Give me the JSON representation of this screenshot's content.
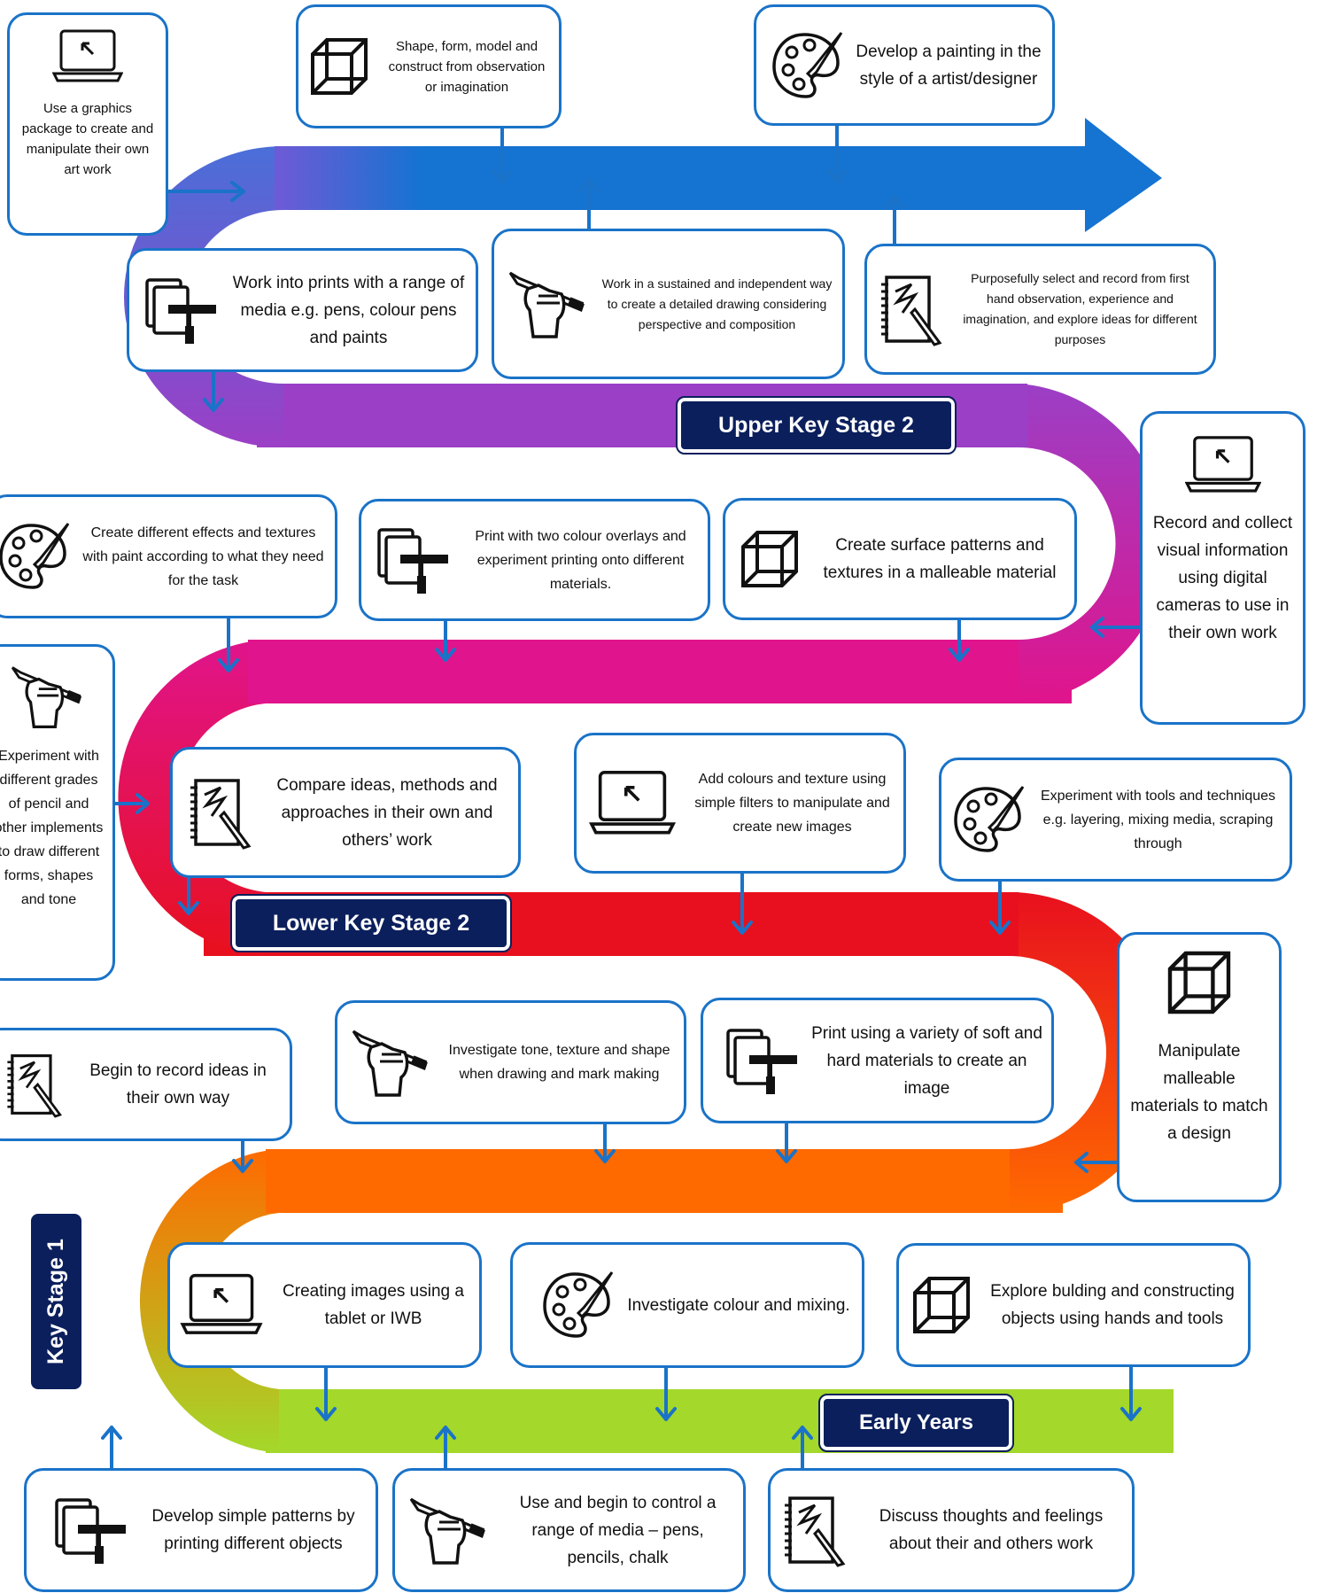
{
  "colors": {
    "border": "#1a73c8",
    "arrow": "#1a73c8",
    "stage_bg": "#0b1f5c",
    "early_years": "#a4d82a",
    "key_stage_1": "#ff6a00",
    "lower_ks2": "#e8101e",
    "lower_ks2_top": "#e0148c",
    "upper_ks2": "#9b3fc6",
    "top_arrow": "#1573d1"
  },
  "stages": {
    "upper_ks2": "Upper Key Stage 2",
    "lower_ks2": "Lower Key Stage 2",
    "key_stage_1": "Key Stage 1",
    "early_years": "Early Years"
  },
  "cards": {
    "graphics_package": {
      "icon": "laptop-icon",
      "text": "Use a graphics package to create and manipulate their own art work"
    },
    "shape_form": {
      "icon": "cube-icon",
      "text": "Shape, form, model and construct from observation or imagination"
    },
    "develop_painting": {
      "icon": "palette-icon",
      "text": "Develop a painting in the style of a artist/designer"
    },
    "work_into_prints": {
      "icon": "print-roller-icon",
      "text": "Work into prints with a range of media e.g. pens, colour pens and paints"
    },
    "sustained_drawing": {
      "icon": "hand-pencil-icon",
      "text": "Work in a sustained and independent way to create a detailed drawing considering perspective and composition"
    },
    "purposefully_select": {
      "icon": "sketchbook-icon",
      "text": "Purposefully select and record from first hand observation, experience and imagination, and explore ideas for different purposes"
    },
    "record_collect": {
      "icon": "laptop-icon",
      "text": "Record and collect visual information using digital cameras to use in their own work"
    },
    "paint_effects": {
      "icon": "palette-icon",
      "text": "Create different effects and textures with paint according to what they need for the task"
    },
    "two_colour_overlays": {
      "icon": "print-roller-icon",
      "text": "Print with two colour overlays and experiment printing onto different materials."
    },
    "surface_patterns": {
      "icon": "cube-icon",
      "text": "Create surface patterns and textures in a malleable material"
    },
    "pencil_grades": {
      "icon": "hand-pencil-icon",
      "text": "Experiment with different grades of pencil and other implements to draw different forms, shapes and tone"
    },
    "compare_ideas": {
      "icon": "sketchbook-icon",
      "text": "Compare ideas, methods and approaches in their own and others’ work"
    },
    "colours_filters": {
      "icon": "laptop-icon",
      "text": "Add colours and texture using simple filters to manipulate and create new images"
    },
    "tools_techniques": {
      "icon": "palette-icon",
      "text": "Experiment with tools and techniques e.g. layering, mixing media, scraping through"
    },
    "manipulate_malleable": {
      "icon": "cube-icon",
      "text": "Manipulate malleable materials to match a design"
    },
    "record_ideas": {
      "icon": "sketchbook-icon",
      "text": "Begin to record ideas in their own way"
    },
    "tone_texture": {
      "icon": "hand-pencil-icon",
      "text": "Investigate tone, texture and shape when drawing and mark making"
    },
    "soft_hard_print": {
      "icon": "print-roller-icon",
      "text": "Print using a variety of soft and hard materials to create an image"
    },
    "tablet_images": {
      "icon": "laptop-icon",
      "text": "Creating images using a tablet or IWB"
    },
    "colour_mixing": {
      "icon": "palette-icon",
      "text": "Investigate colour and mixing."
    },
    "explore_building": {
      "icon": "cube-icon",
      "text": "Explore bulding and constructing objects using hands and tools"
    },
    "simple_patterns": {
      "icon": "print-roller-icon",
      "text": "Develop simple patterns by printing different objects"
    },
    "control_media": {
      "icon": "hand-pencil-icon",
      "text": "Use and begin to control a range of media – pens, pencils, chalk"
    },
    "discuss_thoughts": {
      "icon": "sketchbook-icon",
      "text": "Discuss thoughts and feelings about their and others work"
    }
  }
}
